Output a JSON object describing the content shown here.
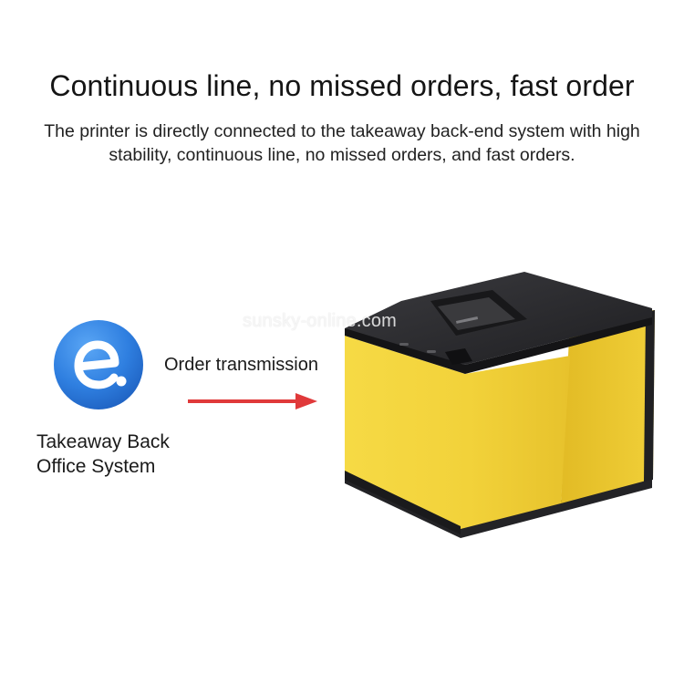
{
  "headline": "Continuous line, no missed orders, fast order",
  "description": {
    "line1": "The printer is directly connected to the takeaway back-end system with high",
    "line2": "stability, continuous line, no missed orders, and fast orders."
  },
  "app": {
    "icon": "e-letter-app-icon",
    "label_line1": "Takeaway Back",
    "label_line2": "Office System"
  },
  "flow": {
    "label": "Order transmission",
    "arrow_icon": "right-arrow-icon",
    "arrow_color": "#e0393a"
  },
  "printer": {
    "image": "thermal-receipt-printer",
    "body_color": "#f2d23a",
    "top_color": "#2b2b2e"
  },
  "watermark": "sunsky-online.com",
  "colors": {
    "icon_blue": "#2f7fe0",
    "text": "#1a1a1a"
  }
}
